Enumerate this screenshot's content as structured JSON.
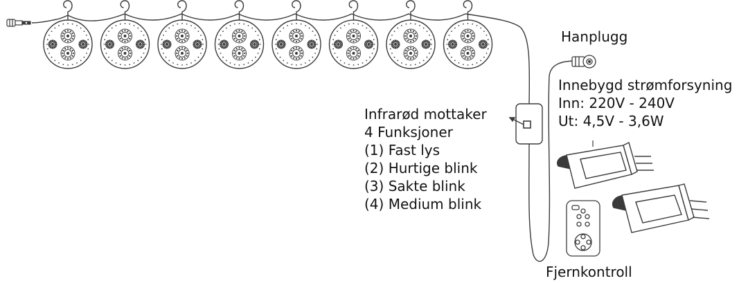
{
  "colors": {
    "line": "#3a3a3a",
    "text": "#111111",
    "background": "#ffffff"
  },
  "lantern_count": 8,
  "receiver": {
    "lines": [
      "Infrarød mottaker",
      "4 Funksjoner",
      "(1) Fast lys",
      "(2) Hurtige blink",
      "(3) Sakte blink",
      "(4) Medium blink"
    ]
  },
  "plug": {
    "label": "Hanplugg"
  },
  "power_supply": {
    "lines": [
      "Innebygd strømforsyning",
      "Inn: 220V - 240V",
      "Ut: 4,5V - 3,6W"
    ]
  },
  "remote": {
    "label": "Fjernkontroll"
  },
  "icons": {
    "lantern": "round-lantern-icon",
    "end_connector": "end-connector-icon",
    "receiver_box": "ir-receiver-box-icon",
    "male_plug": "male-plug-icon",
    "adapter": "power-adapter-icon",
    "remote": "remote-control-icon"
  }
}
